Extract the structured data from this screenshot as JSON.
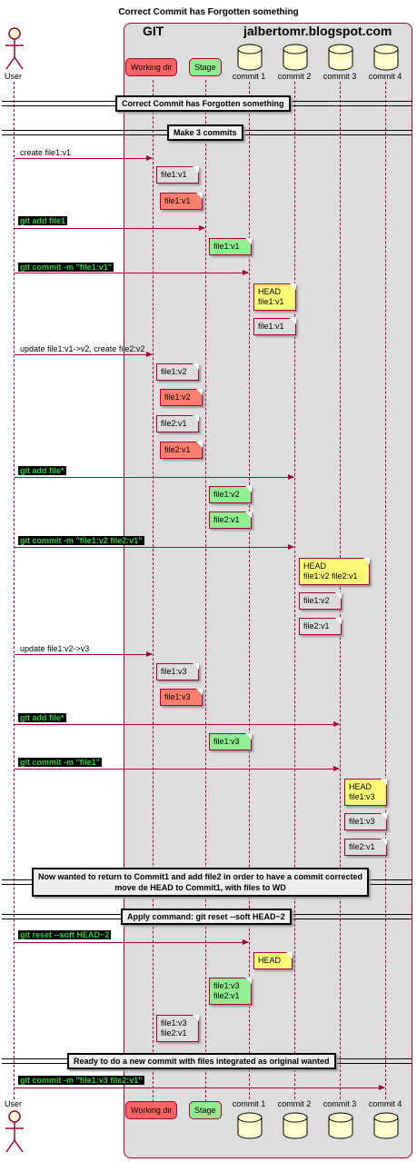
{
  "title": "Correct Commit has Forgotten something",
  "box": {
    "name": "GIT",
    "credit": "jalbertomr.blogspot.com"
  },
  "participants": {
    "user": "User",
    "wd": "Working dir",
    "stage": "Stage",
    "c1": "commit 1",
    "c2": "commit 2",
    "c3": "commit 3",
    "c4": "commit 4"
  },
  "dividers": [
    "Correct Commit has Forgotten something",
    "Make 3 commits",
    "Now wanted to return to Commit1 and add file2 in order to have a commit corrected\nmove de HEAD to Commit1, with files to WD",
    "Apply command: git reset --soft HEAD~2",
    "Ready to do a new commit with files integrated as original wanted"
  ],
  "messages": [
    "create file1:v1",
    "git add file1",
    "git commit -m \"file1:v1\"",
    "update file1:v1->v2, create file2:v2",
    "git add file*",
    "git commit -m \"file1:v2 file2:v1\"",
    "update file1:v2->v3",
    "git add file*",
    "git commit -m \"file1\"",
    "git reset --soft HEAD~2",
    "git commit -m \"file1:v3 file2:v1\""
  ],
  "notes": [
    "file1:v1",
    "file1:v1",
    "file1:v1",
    "HEAD\nfile1:v1",
    "file1:v1",
    "file1:v2",
    "file1:v2",
    "file2:v1",
    "file2:v1",
    "file1:v2",
    "file2:v1",
    "HEAD\nfile1:v2 file2:v1",
    "file1:v2",
    "file2:v1",
    "file1:v3",
    "file1:v3",
    "file1:v3",
    "HEAD\nfile1:v3",
    "file1:v3",
    "file2:v1",
    "HEAD",
    "file1:v3\nfile2:v1",
    "file1:v3\nfile2:v1"
  ],
  "colors": {
    "arrow": "#a80036",
    "red": "#ff6464",
    "green": "#90ee90",
    "yellow": "#fbfb77",
    "grey": "#dddddd",
    "db": "#fefece"
  }
}
